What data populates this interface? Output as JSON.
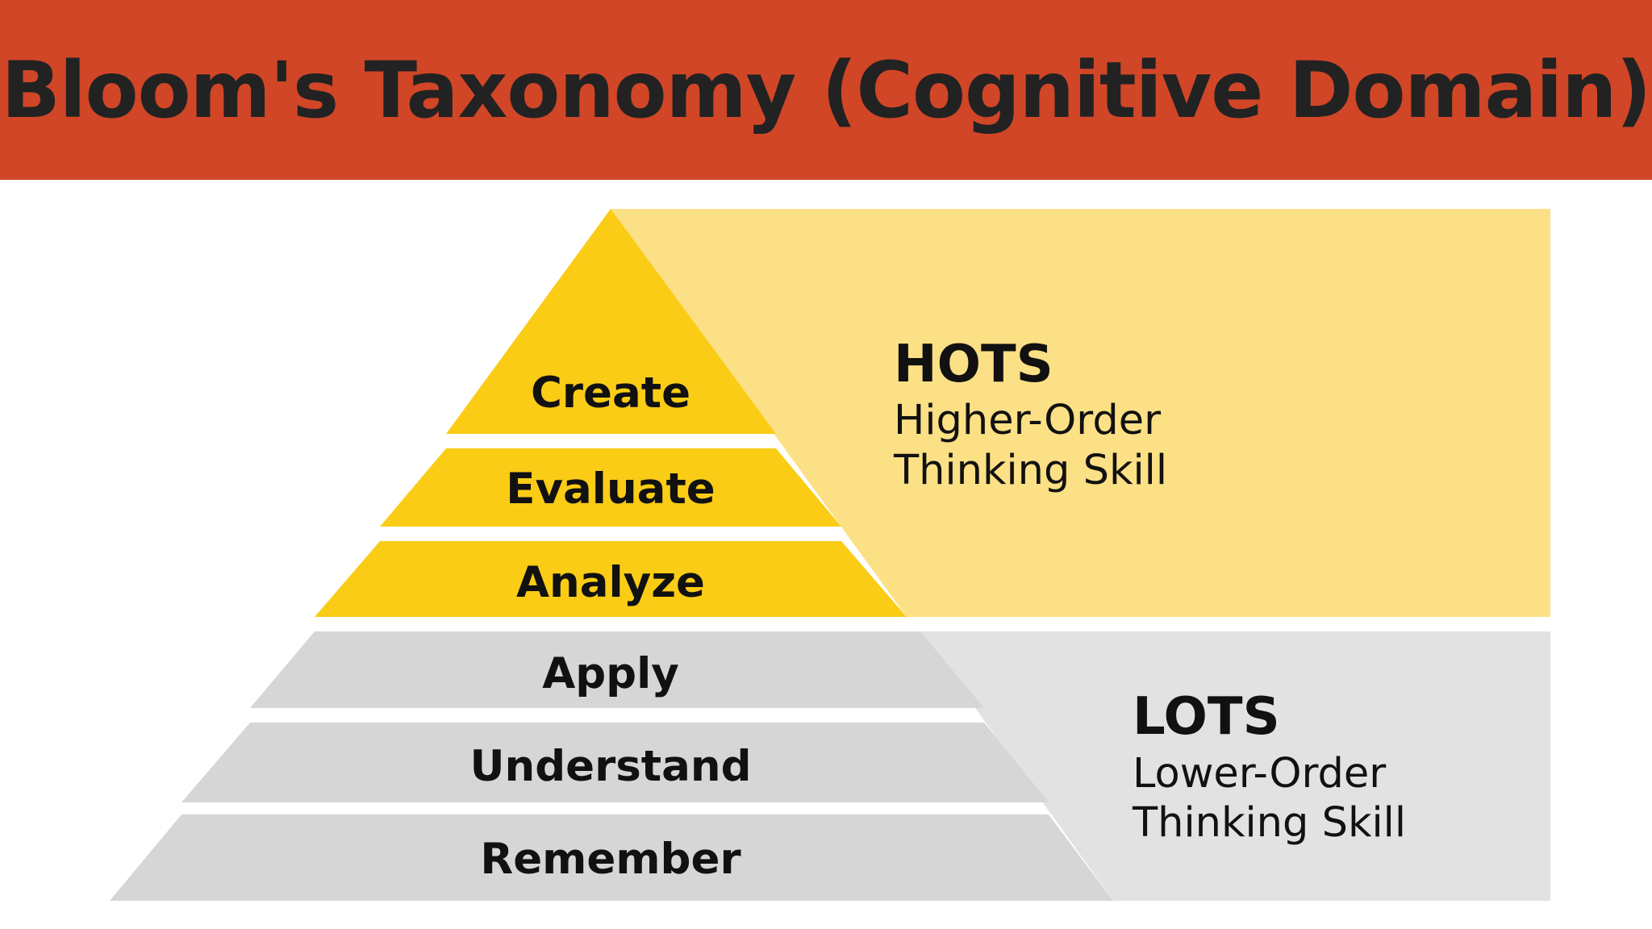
{
  "colors": {
    "header_bg": "#D04627",
    "title_text": "#222222",
    "hots_panel": "#FCE085",
    "hots_level": "#FACC15",
    "lots_panel": "#E2E2E2",
    "lots_level": "#D6D6D6",
    "label_text": "#111111"
  },
  "header": {
    "title": "Bloom's Taxonomy (Cognitive Domain)"
  },
  "levels": [
    {
      "label": "Create",
      "group": "hots"
    },
    {
      "label": "Evaluate",
      "group": "hots"
    },
    {
      "label": "Analyze",
      "group": "hots"
    },
    {
      "label": "Apply",
      "group": "lots"
    },
    {
      "label": "Understand",
      "group": "lots"
    },
    {
      "label": "Remember",
      "group": "lots"
    }
  ],
  "hots": {
    "abbr": "HOTS",
    "line1": "Higher-Order",
    "line2": "Thinking Skill"
  },
  "lots": {
    "abbr": "LOTS",
    "line1": "Lower-Order",
    "line2": "Thinking Skill"
  }
}
